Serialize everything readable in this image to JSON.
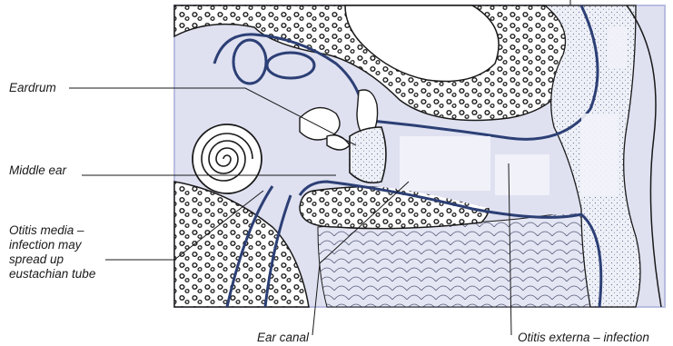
{
  "labels": {
    "eardrum": "Eardrum",
    "middle_ear": "Middle ear",
    "otitis_media": [
      "Otitis media –",
      "infection may",
      "spread up",
      "eustachian tube"
    ],
    "ear_canal": "Ear canal",
    "otitis_externa": "Otitis externa – infection"
  },
  "colors": {
    "frame": "#b9bde0",
    "tissue": "#dfe1f1",
    "lining": "#2c3f75",
    "ink": "#1a1a1a"
  }
}
